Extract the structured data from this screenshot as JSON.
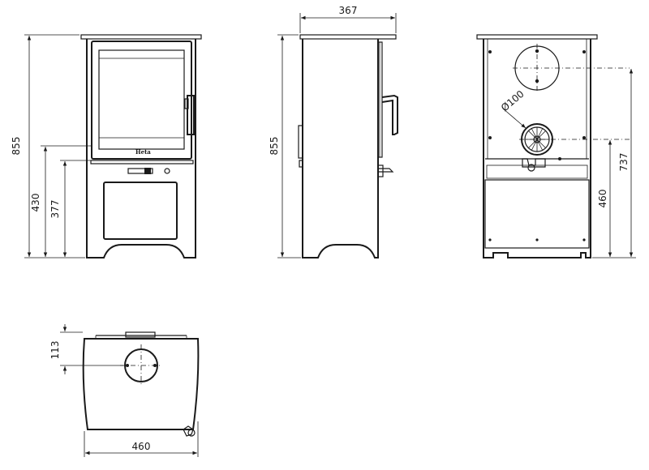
{
  "drawing": {
    "logo_text": "Heta",
    "front_view": {
      "dim_total_height": "855",
      "dim_door_bottom": "430",
      "dim_handle": "377"
    },
    "side_view": {
      "dim_depth": "367",
      "dim_total_height": "855"
    },
    "back_view": {
      "dim_diameter": "Ø100",
      "dim_top_outlet": "737",
      "dim_rear_outlet": "460"
    },
    "top_view": {
      "dim_offset": "113",
      "dim_width": "460"
    },
    "colors": {
      "line": "#1a1a1a",
      "background": "#ffffff"
    }
  }
}
